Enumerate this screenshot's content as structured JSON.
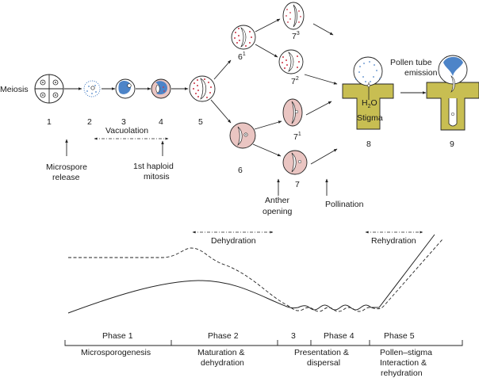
{
  "colors": {
    "pink": "#eac5c2",
    "blue": "#4d84c8",
    "olive": "#c8be52",
    "dot": "#cc3344",
    "ink": "#222222"
  },
  "labels": {
    "meiosis": "Meiosis",
    "vacuolation": "Vacuolation",
    "microspore_release_1": "Microspore",
    "microspore_release_2": "release",
    "haploid_1": "1st haploid",
    "haploid_2": "mitosis",
    "anther_1": "Anther",
    "anther_2": "opening",
    "pollination": "Pollination",
    "pollen_tube_1": "Pollen tube",
    "pollen_tube_2": "emission",
    "h2o_h": "H",
    "h2o_sub": "2",
    "h2o_o": "O",
    "stigma": "Stigma",
    "dehydration": "Dehydration",
    "rehydration": "Rehydration"
  },
  "stages": {
    "s1": "1",
    "s2": "2",
    "s3": "3",
    "s4": "4",
    "s5": "5",
    "s6": "6",
    "s6_1_base": "6",
    "s6_1_sup": "1",
    "s7": "7",
    "s7_1_base": "7",
    "s7_1_sup": "1",
    "s7_2_base": "7",
    "s7_2_sup": "2",
    "s7_3_base": "7",
    "s7_3_sup": "3",
    "s8": "8",
    "s9": "9"
  },
  "phases": {
    "p1_title": "Phase 1",
    "p1_desc_1": "Microsporogenesis",
    "p2_title": "Phase 2",
    "p2_desc_1": "Maturation &",
    "p2_desc_2": "dehydration",
    "p3_title": "3",
    "p3_desc_1": "Presentation &",
    "p3_desc_2": "dispersal",
    "p4_title": "Phase 4",
    "p5_title": "Phase 5",
    "p5_desc_1": "Pollen–stigma",
    "p5_desc_2": "Interaction &",
    "p5_desc_3": "rehydration"
  }
}
